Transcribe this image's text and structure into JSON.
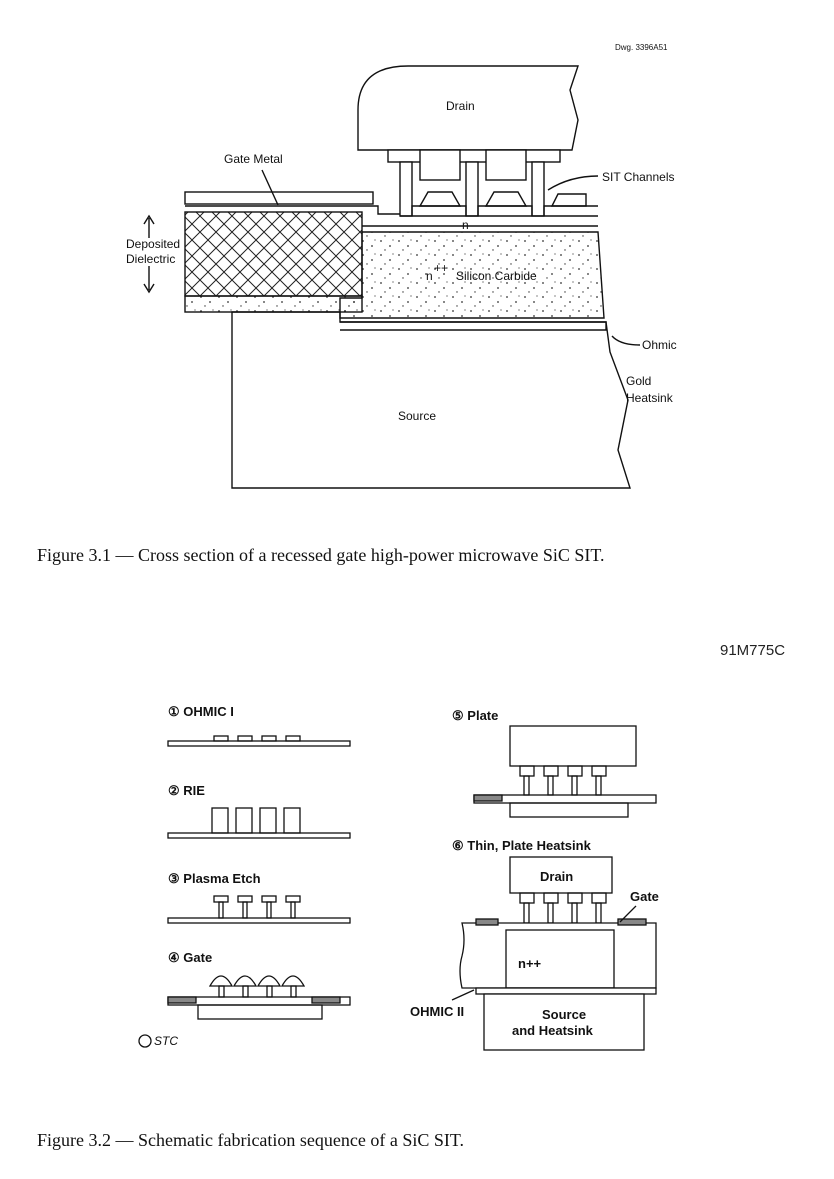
{
  "figure1": {
    "dwg_number": "Dwg. 3396A51",
    "labels": {
      "drain": "Drain",
      "gate_metal": "Gate Metal",
      "sit_channels": "SIT Channels",
      "n": "n",
      "deposited_dielectric_1": "Deposited",
      "deposited_dielectric_2": "Dielectric",
      "silicon_carbide_prefix": "n",
      "silicon_carbide_sup": "++",
      "silicon_carbide": "Silicon Carbide",
      "ohmic": "Ohmic",
      "gold_heatsink_1": "Gold",
      "gold_heatsink_2": "Heatsink",
      "source": "Source"
    },
    "caption": "Figure 3.1 — Cross section of a recessed gate high-power microwave SiC SIT."
  },
  "figure2": {
    "ref_number": "91M775C",
    "steps": [
      {
        "num": "①",
        "label": "OHMIC I"
      },
      {
        "num": "②",
        "label": "RIE"
      },
      {
        "num": "③",
        "label": "Plasma Etch"
      },
      {
        "num": "④",
        "label": "Gate"
      },
      {
        "num": "⑤",
        "label": "Plate"
      },
      {
        "num": "⑥",
        "label": "Thin, Plate Heatsink"
      }
    ],
    "labels": {
      "drain": "Drain",
      "gate": "Gate",
      "n_plus_plus": "n++",
      "ohmic_ii": "OHMIC II",
      "source_1": "Source",
      "source_2": "and Heatsink",
      "stc_logo": "STC"
    },
    "caption": "Figure 3.2 — Schematic fabrication sequence of a SiC SIT."
  }
}
